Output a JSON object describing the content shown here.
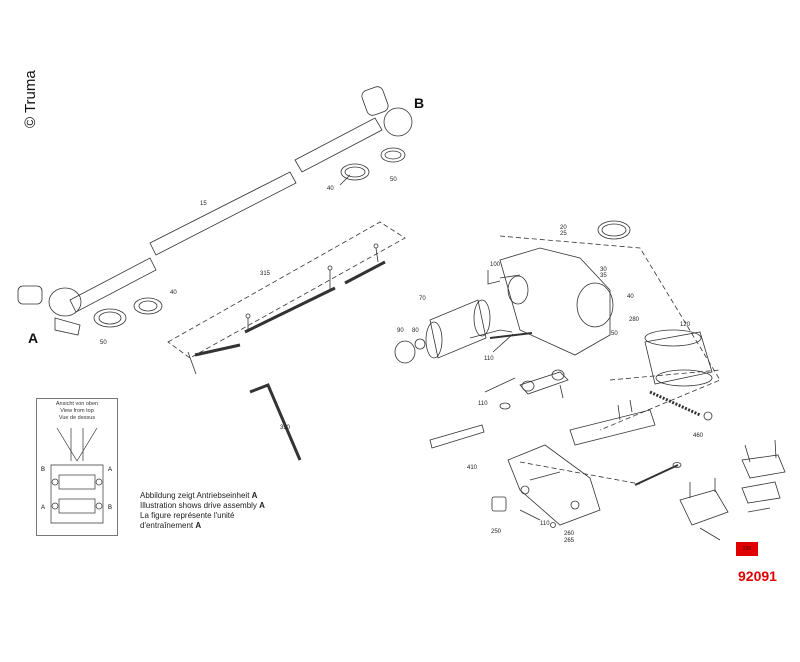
{
  "copyright": "© Truma",
  "assembly_labels": {
    "a": "A",
    "b": "B"
  },
  "part_numbers": {
    "p15": "15",
    "p20": "20",
    "p25": "25",
    "p30": "30",
    "p35": "35",
    "p40_b": "40",
    "p40_a": "40",
    "p40_m": "40",
    "p50_b": "50",
    "p50_a": "50",
    "p50_m": "50",
    "p70": "70",
    "p80": "80",
    "p90": "90",
    "p100": "100",
    "p110_a": "110",
    "p110_b": "110",
    "p110_c": "110",
    "p120": "120",
    "p250": "250",
    "p260": "260",
    "p265": "265",
    "p280": "280",
    "p315": "315",
    "p330": "330",
    "p350": "350",
    "p410": "410",
    "p460": "460"
  },
  "inset": {
    "title_lines": [
      "Ansicht von oben",
      "View from top",
      "Vue de dessus"
    ],
    "side_labels": {
      "b_left": "B",
      "a_right": "A",
      "a_left": "A",
      "b_right": "B"
    }
  },
  "note": {
    "de_prefix": "Abbildung zeigt Antriebseinheit ",
    "en_prefix": "Illustration shows drive assembly ",
    "fr_line1": "La figure représente l'unité",
    "fr_prefix": "d'entraînement ",
    "assembly": "A"
  },
  "drawing_number": "92091",
  "colors": {
    "accent": "#e00000",
    "line": "#333333"
  }
}
